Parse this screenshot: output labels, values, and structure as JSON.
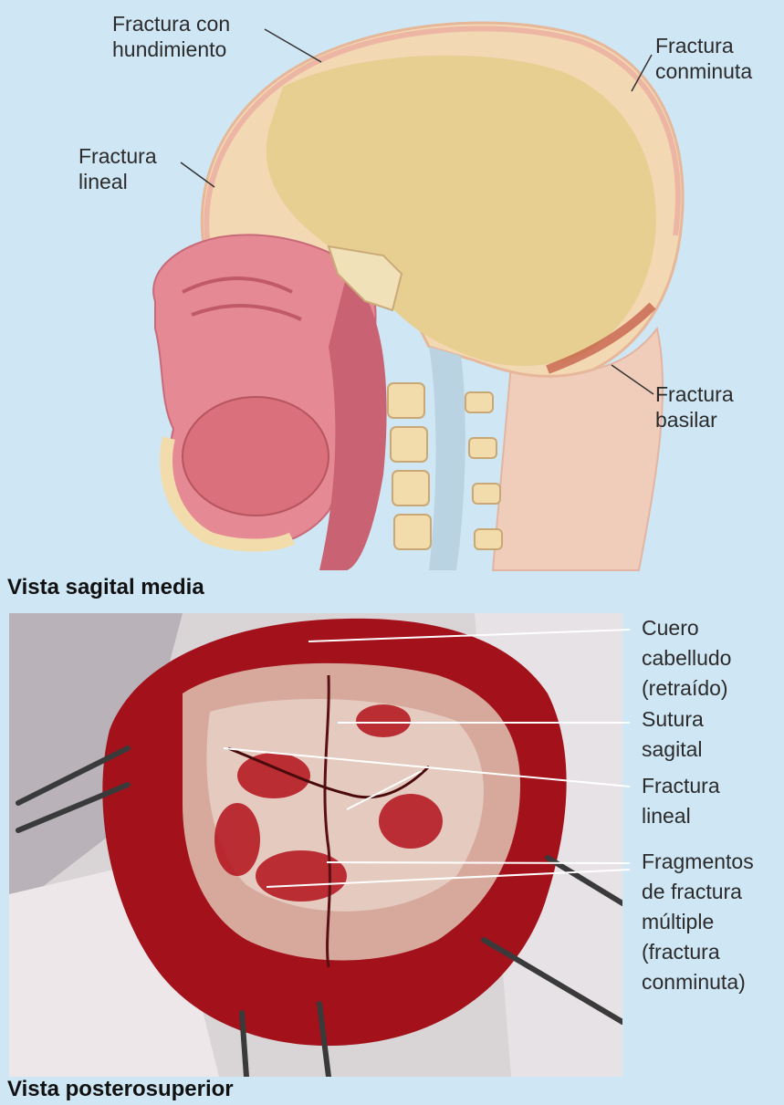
{
  "top_panel": {
    "caption": "Vista sagital media",
    "labels": {
      "fractura_con_hundimiento": "Fractura con\nhundimiento",
      "fractura_conminuta": "Fractura\nconminuta",
      "fractura_lineal": "Fractura\nlineal",
      "fractura_basilar": "Fractura\nbasilar"
    }
  },
  "bottom_panel": {
    "caption": "Vista posterosuperior",
    "labels": {
      "cuero_cabelludo": "Cuero\ncabelludo\n(retraído)",
      "sutura_sagital": "Sutura\nsagital",
      "fractura_lineal": "Fractura\nlineal",
      "fragmentos": "Fragmentos\nde fractura\nmúltiple\n(fractura\nconminuta)"
    }
  },
  "colors": {
    "background": "#cfe6f4",
    "skull_bone": "#f3d8b4",
    "brain_cavity": "#e7cf92",
    "soft_tissue": "#e58a95",
    "skin": "#f0cdbb",
    "surgical_red": "#b3121b"
  }
}
